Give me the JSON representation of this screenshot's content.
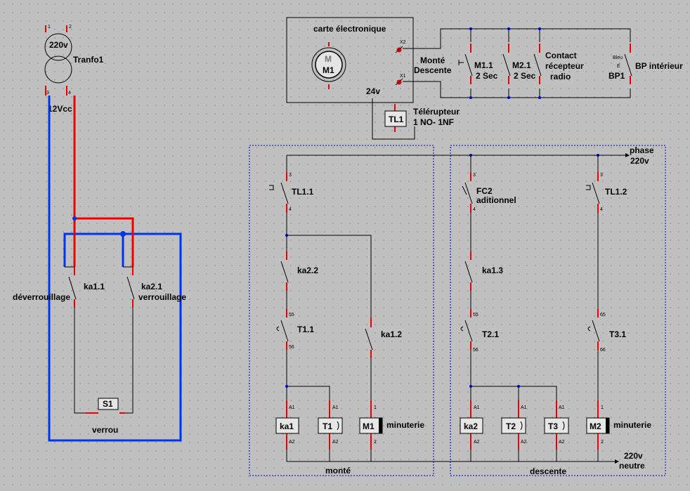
{
  "transformer": {
    "name": "Tranfo1",
    "primary": "220v",
    "secondary": "12Vcc",
    "pins": [
      "1",
      "2",
      "3",
      "4"
    ]
  },
  "board": {
    "label": "carte électronique",
    "motor_letter": "M",
    "motor_label": "M1",
    "x2": "X2",
    "x1": "X1",
    "supply": "24v"
  },
  "command_labels": {
    "monte_descente_line1": "Monté",
    "monte_descente_line2": "Descente"
  },
  "top_contacts": [
    {
      "line1": "M1.1",
      "line2": "2 Sec"
    },
    {
      "line1": "M2.1",
      "line2": "2 Sec"
    },
    {
      "line1": "Contact",
      "line2": "récepteur",
      "line3": "radio"
    },
    {
      "line1": "BP intérieur",
      "line2": "BP1",
      "pre": "Bleu",
      "pin_e": "E"
    }
  ],
  "telerupteur": {
    "name": "TL1",
    "line1": "Télérupteur",
    "line2": "1 NO- 1NF"
  },
  "lock_circuit": {
    "ka11": "ka1.1",
    "ka21": "ka2.1",
    "deverrouillage": "déverrouillage",
    "verrouillage": "verrouillage",
    "s1": "S1",
    "verrou": "verrou"
  },
  "power": {
    "phase1": "phase",
    "phase2": "220v",
    "neutre1": "220v",
    "neutre2": "neutre"
  },
  "monte_section": {
    "title": "monté",
    "tl11": "TL1.1",
    "ka22": "ka2.2",
    "t11": "T1.1",
    "ka12": "ka1.2",
    "coils": [
      "ka1",
      "T1",
      "M1"
    ],
    "minuterie": "minuterie"
  },
  "descente_section": {
    "title": "descente",
    "fc2_line1": "FC2",
    "fc2_line2": "aditionnel",
    "tl12": "TL1.2",
    "ka13": "ka1.3",
    "t21": "T2.1",
    "t31": "T3.1",
    "coils": [
      "ka2",
      "T2",
      "T3",
      "M2"
    ],
    "minuterie": "minuterie"
  },
  "pin_labels": {
    "p1": "1",
    "p2": "2",
    "p3": "3",
    "p4": "4",
    "p55": "55",
    "p56": "56",
    "p65": "65",
    "p66": "66",
    "pa1": "A1",
    "pa2": "A2"
  },
  "colors": {
    "wire": "#000000",
    "red": "#ee0000",
    "blue": "#0033ee",
    "frame": "#0000cc",
    "background": "#c0c0c0"
  }
}
